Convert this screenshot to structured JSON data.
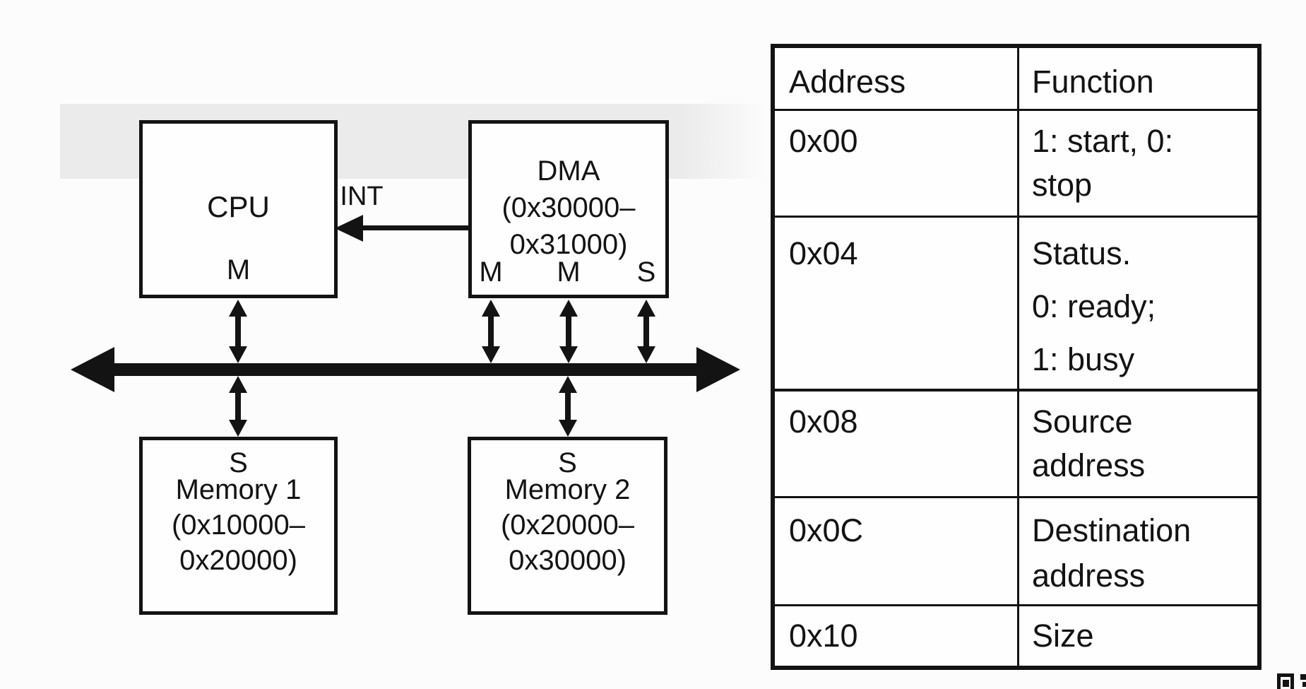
{
  "diagram": {
    "cpu": {
      "label": "CPU",
      "port": "M"
    },
    "dma": {
      "lines": [
        "DMA",
        "(0x30000–",
        "0x31000)"
      ],
      "ports": [
        "M",
        "M",
        "S"
      ]
    },
    "int_label": "INT",
    "memory1": {
      "port": "S",
      "lines": [
        "Memory 1",
        "(0x10000–",
        "0x20000)"
      ]
    },
    "memory2": {
      "port": "S",
      "lines": [
        "Memory 2",
        "(0x20000–",
        "0x30000)"
      ]
    }
  },
  "table": {
    "headers": [
      "Address",
      "Function"
    ],
    "rows": [
      {
        "address": "0x00",
        "function_lines": [
          "1: start, 0:",
          "stop"
        ]
      },
      {
        "address": "0x04",
        "function_lines": [
          "Status.",
          "0: ready;",
          "1: busy"
        ]
      },
      {
        "address": "0x08",
        "function_lines": [
          "Source",
          "address"
        ]
      },
      {
        "address": "0x0C",
        "function_lines": [
          "Destination",
          "address"
        ]
      },
      {
        "address": "0x10",
        "function_lines": [
          "Size"
        ]
      }
    ]
  },
  "colors": {
    "ink": "#131313",
    "background": "#fcfcfc",
    "band": "#ebebeb"
  }
}
